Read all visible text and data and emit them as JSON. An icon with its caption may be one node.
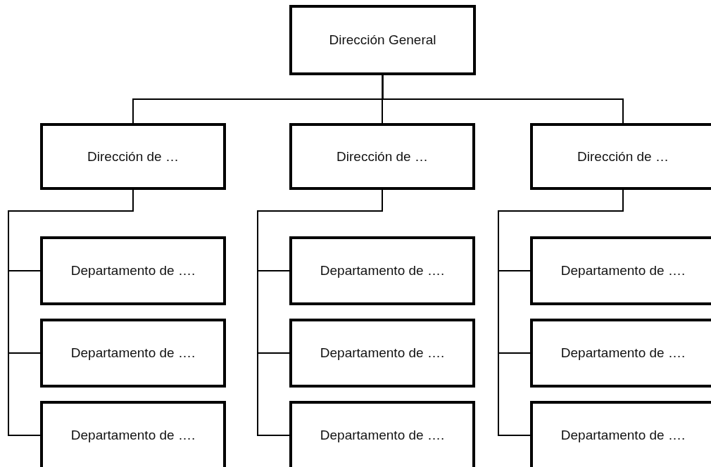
{
  "diagram": {
    "nodes": [
      {
        "text": [
          "Dirección General"
        ]
      },
      {
        "text": [
          "Dirección de …"
        ]
      },
      {
        "text": [
          "Dirección de …"
        ]
      },
      {
        "text": [
          "Dirección de …"
        ]
      },
      {
        "text": [
          "Departamento de …."
        ]
      },
      {
        "text": [
          "Departamento de …."
        ]
      },
      {
        "text": [
          "Departamento de …."
        ]
      },
      {
        "text": [
          "Departamento de …."
        ]
      },
      {
        "text": [
          "Departamento de …."
        ]
      },
      {
        "text": [
          "Departamento de …."
        ]
      },
      {
        "text": [
          "Departamento de …."
        ]
      },
      {
        "text": [
          "Departamento de …."
        ]
      },
      {
        "text": [
          "Departamento de …."
        ]
      }
    ],
    "edges": [
      {
        "from": 0,
        "to": 1,
        "arrow": "none"
      },
      {
        "from": 0,
        "to": 2,
        "arrow": "none"
      },
      {
        "from": 0,
        "to": 3,
        "arrow": "none"
      },
      {
        "from": 1,
        "to": 4,
        "arrow": "none"
      },
      {
        "from": 1,
        "to": 5,
        "arrow": "none"
      },
      {
        "from": 1,
        "to": 6,
        "arrow": "none"
      },
      {
        "from": 2,
        "to": 7,
        "arrow": "none"
      },
      {
        "from": 2,
        "to": 8,
        "arrow": "none"
      },
      {
        "from": 2,
        "to": 9,
        "arrow": "none"
      },
      {
        "from": 3,
        "to": 10,
        "arrow": "none"
      },
      {
        "from": 3,
        "to": 11,
        "arrow": "none"
      },
      {
        "from": 3,
        "to": 12,
        "arrow": "none"
      }
    ]
  }
}
